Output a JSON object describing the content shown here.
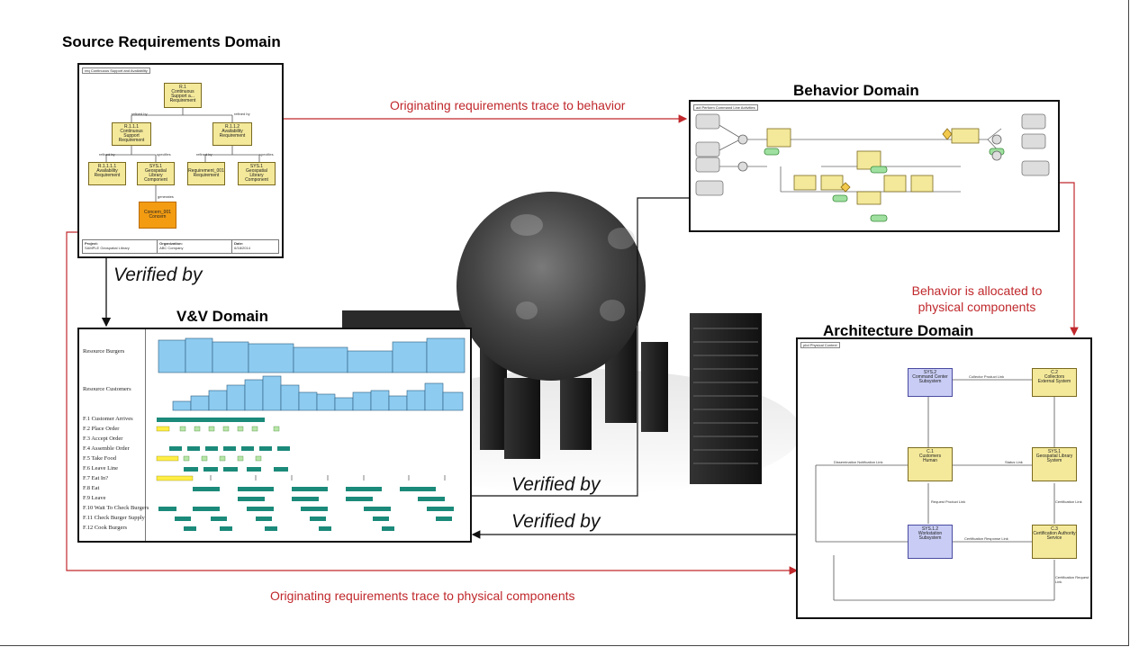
{
  "titles": {
    "source": "Source Requirements Domain",
    "behavior": "Behavior Domain",
    "vv": "V&V Domain",
    "architecture": "Architecture Domain"
  },
  "arrows": {
    "req_to_behavior": "Originating requirements trace to behavior",
    "behavior_to_arch": "Behavior is allocated to physical components",
    "behavior_to_arch_line1": "Behavior is allocated to",
    "behavior_to_arch_line2": "physical components",
    "req_to_arch": "Originating requirements trace to physical components",
    "verified_1": "Verified by",
    "verified_2": "Verified by",
    "verified_3": "Verified by"
  },
  "req_diagram": {
    "header": "req Continuous Support and Availability",
    "top": {
      "id": "R.1",
      "name": "Continuous Support a...",
      "type": "Requirement"
    },
    "mid": [
      {
        "id": "R.1.1.1",
        "name": "Continuous Support",
        "type": "Requirement",
        "edge": "refined by"
      },
      {
        "id": "R.1.1.2",
        "name": "Availability",
        "type": "Requirement",
        "edge": "refined by"
      }
    ],
    "leaves": [
      {
        "id": "R.1.1.1.1",
        "name": "Availability",
        "type": "Requirement",
        "edge": "refined by"
      },
      {
        "id": "SYS.1",
        "name": "Geospatial Library",
        "type": "Component",
        "edge": "specifies"
      },
      {
        "id": "",
        "name": "Requirement_001",
        "type": "Requirement",
        "edge": "refined by"
      },
      {
        "id": "SYS.1",
        "name": "Geospatial Library",
        "type": "Component",
        "edge": "specifies"
      }
    ],
    "bottom": {
      "name": "Concern_001",
      "type": "Concern",
      "edge": "generates"
    },
    "footer": {
      "project_label": "Project:",
      "project": "SAMPLE Geospatial Library",
      "org_label": "Organization:",
      "org": "ABC Company",
      "date_label": "Date:",
      "date": "6/18/2014"
    }
  },
  "behavior_diagram": {
    "header": "act Perform Command Line Activities"
  },
  "vv_diagram": {
    "resources": [
      "Resource Burgers",
      "Resource Customers"
    ],
    "rows": [
      "F.1 Customer Arrives",
      "F.2 Place Order",
      "F.3 Accept Order",
      "F.4 Assemble Order",
      "F.5 Take Food",
      "F.6 Leave Line",
      "F.7 Eat In?",
      "F.8 Eat",
      "F.9 Leave",
      "F.10 Wait To Check Burgers",
      "F.11 Check Burger Supply",
      "F.12 Cook Burgers"
    ]
  },
  "arch_diagram": {
    "header": "pbd Physical Context",
    "components": [
      {
        "id": "SYS.2",
        "name": "Command Center",
        "type": "Subsystem"
      },
      {
        "id": "C.2",
        "name": "Collectors",
        "type": "External System"
      },
      {
        "id": "C.1",
        "name": "Customers",
        "type": "Human"
      },
      {
        "id": "SYS.1",
        "name": "Geospatial Library",
        "type": "System"
      },
      {
        "id": "SYS.1.2",
        "name": "Workstation",
        "type": "Subsystem"
      },
      {
        "id": "C.3",
        "name": "Certification Authority",
        "type": "Service"
      }
    ],
    "links": [
      "Collector Product Link",
      "Dissemination Notification Link",
      "Status Link",
      "Certification Response Link",
      "Request Product Link",
      "Certification Link",
      "Certification Request Link"
    ]
  },
  "colors": {
    "accent_red": "#c0282c",
    "requirement_yellow": "#f4e99a",
    "concern_orange": "#f39c12",
    "resource_blue": "#8ecbf0",
    "gantt_teal": "#1b8a7a",
    "gantt_lightgreen": "#b8e6a8",
    "gantt_yellow": "#ffee44",
    "subsystem_blue": "#c9cdf5"
  }
}
